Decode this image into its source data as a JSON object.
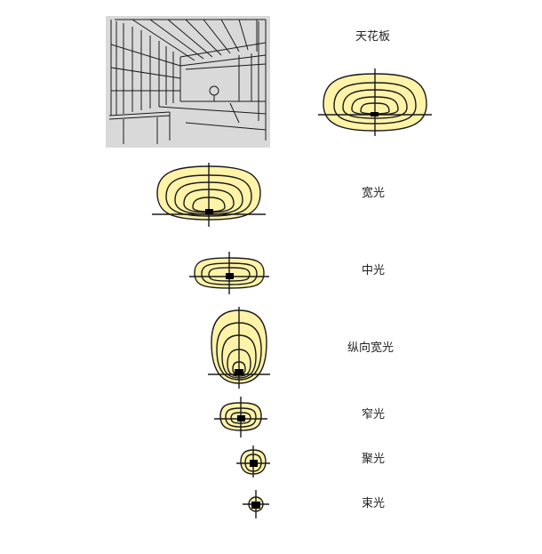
{
  "labels": {
    "ceiling": "天花板",
    "wide": "宽光",
    "medium": "中光",
    "vertical_wide": "纵向宽光",
    "narrow": "窄光",
    "spot": "聚光",
    "beam": "束光"
  },
  "colors": {
    "fill": "#fff3a8",
    "stroke": "#1a1a1a",
    "sketch_bg": "#d9d9d9"
  }
}
